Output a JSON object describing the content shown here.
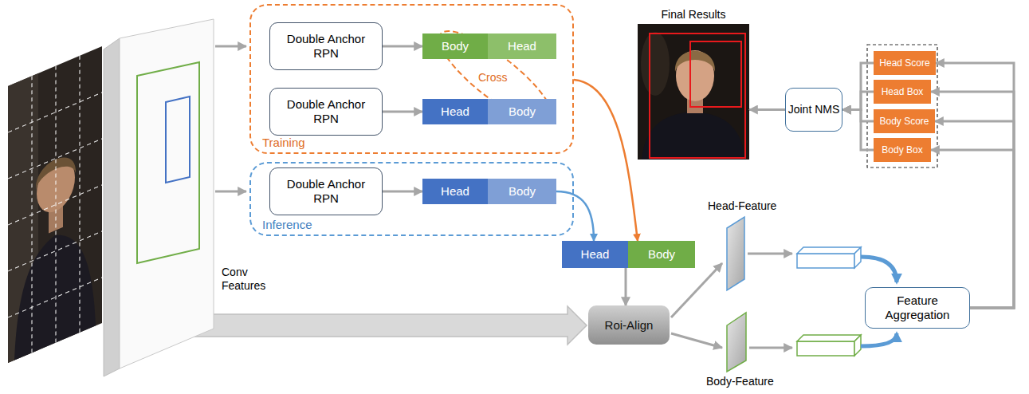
{
  "diagram": {
    "nodes": [
      {
        "text": [
          "Training"
        ]
      },
      {
        "text": [
          "Double Anchor RPN"
        ],
        "in": 0
      },
      {
        "text": [
          "Body"
        ],
        "in": 0
      },
      {
        "text": [
          "Head"
        ],
        "in": 0
      },
      {
        "text": [
          "Double Anchor RPN"
        ],
        "in": 0
      },
      {
        "text": [
          "Head"
        ],
        "in": 0
      },
      {
        "text": [
          "Body"
        ],
        "in": 0
      },
      {
        "text": [
          "Inference"
        ]
      },
      {
        "text": [
          "Double Anchor RPN"
        ],
        "in": 7
      },
      {
        "text": [
          "Head"
        ],
        "in": 7
      },
      {
        "text": [
          "Body"
        ],
        "in": 7
      },
      {
        "text": [
          "Head"
        ]
      },
      {
        "text": [
          "Body"
        ]
      },
      {
        "text": [
          "Roi-Align"
        ]
      },
      {
        "text": [
          "Feature Aggregation"
        ]
      },
      {
        "text": [
          "Head Score"
        ]
      },
      {
        "text": [
          "Head Box"
        ]
      },
      {
        "text": [
          "Body Score"
        ]
      },
      {
        "text": [
          "Body Box"
        ]
      },
      {
        "text": [
          "Joint NMS"
        ]
      },
      {
        "text": [
          "Final Results"
        ]
      }
    ],
    "edges": [
      {
        "from": 1,
        "to": 2,
        "arrow": "to"
      },
      {
        "from": 4,
        "to": 5,
        "arrow": "to"
      },
      {
        "from": 8,
        "to": 9,
        "arrow": "to"
      },
      {
        "from": 0,
        "to": 12,
        "arrow": "to"
      },
      {
        "from": 10,
        "to": 11,
        "arrow": "to"
      },
      {
        "from": 11,
        "to": 13,
        "arrow": "to"
      },
      {
        "from": 14,
        "to": 15,
        "arrow": "to"
      },
      {
        "from": 14,
        "to": 16,
        "arrow": "to"
      },
      {
        "from": 14,
        "to": 17,
        "arrow": "to"
      },
      {
        "from": 14,
        "to": 18,
        "arrow": "to"
      },
      {
        "from": 15,
        "to": 19,
        "arrow": "to"
      },
      {
        "from": 16,
        "to": 19,
        "arrow": "to"
      },
      {
        "from": 17,
        "to": 19,
        "arrow": "to"
      },
      {
        "from": 18,
        "to": 19,
        "arrow": "to"
      },
      {
        "from": 19,
        "to": 20,
        "arrow": "to"
      }
    ],
    "labels": [
      "Cross",
      "Conv Features",
      "Head-Feature",
      "Body-Feature"
    ]
  }
}
